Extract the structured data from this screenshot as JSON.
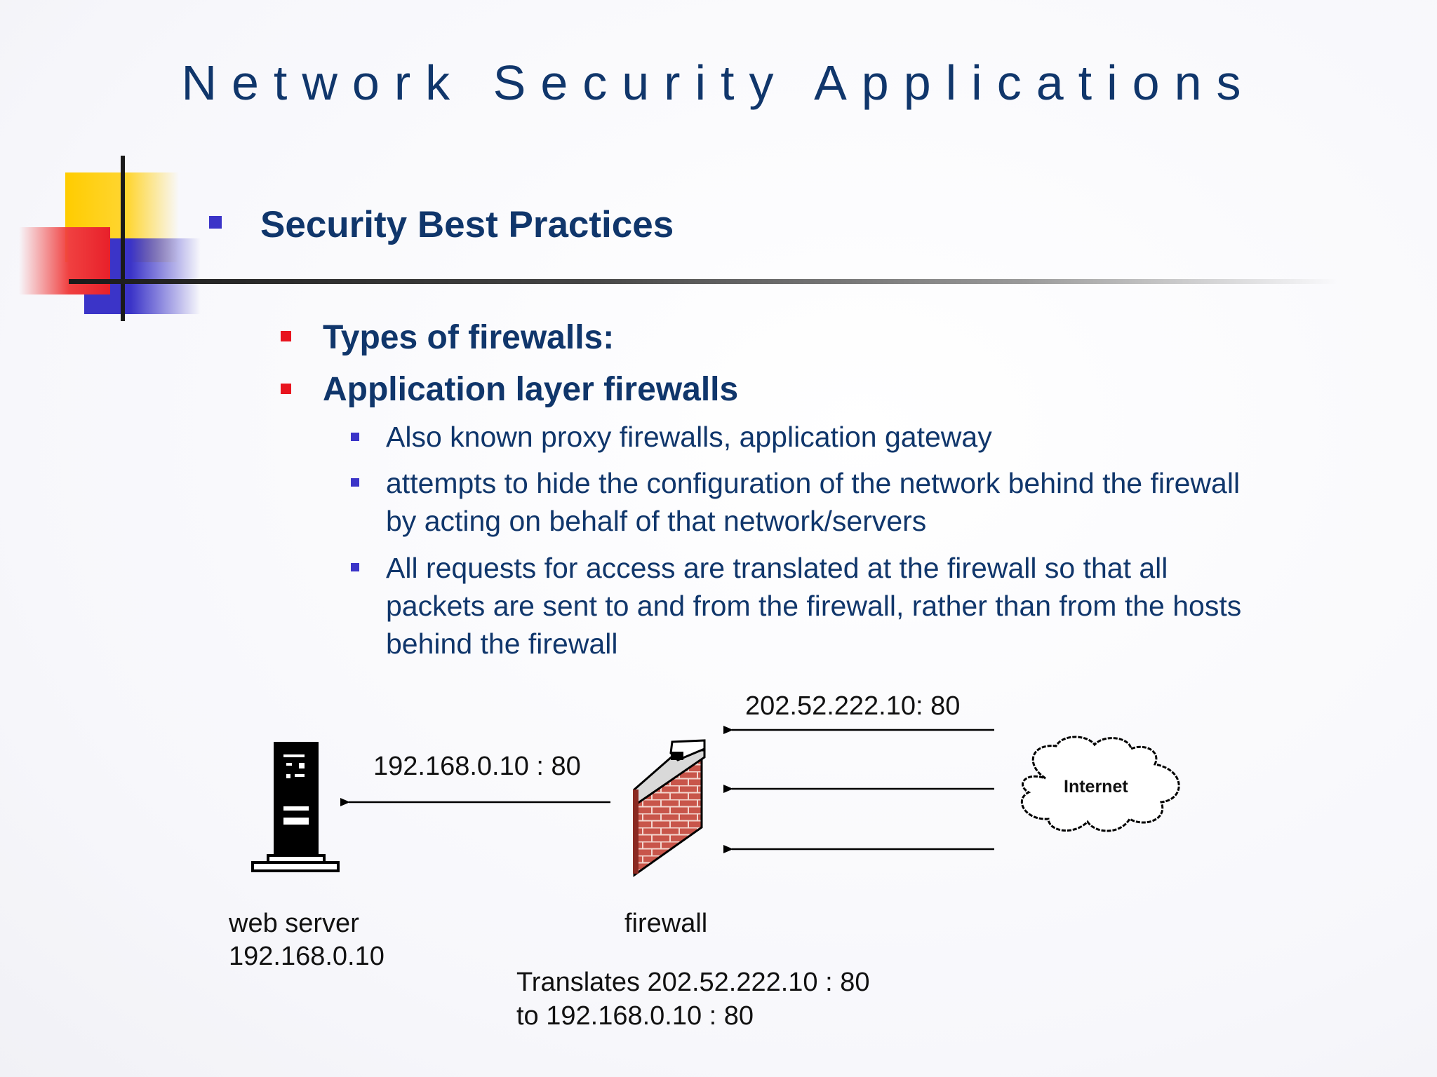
{
  "slide": {
    "title": "Network Security Applications",
    "heading": "Security Best Practices",
    "bullets_l2": [
      "Types of firewalls:",
      "Application layer firewalls"
    ],
    "bullets_l3": [
      [
        "Also known proxy firewalls, application gateway"
      ],
      [
        "attempts to hide the configuration of the network behind the firewall",
        "by acting on behalf of that network/servers"
      ],
      [
        "All requests for access are translated at the firewall so that all",
        "packets are sent to and from the firewall, rather than from the hosts",
        "behind the firewall"
      ]
    ]
  },
  "diagram": {
    "public_address": "202.52.222.10: 80",
    "private_address": "192.168.0.10 : 80",
    "internet_label": "Internet",
    "server_label": "web server",
    "server_ip": "192.168.0.10",
    "firewall_label": "firewall",
    "translate_line1": "Translates 202.52.222.10 : 80",
    "translate_line2": "to 192.168.0.10 : 80",
    "icons": [
      "server-icon",
      "firewall-icon",
      "cloud-icon"
    ]
  },
  "colors": {
    "title": "#10366b",
    "accent_blue": "#3b34c8",
    "accent_red": "#e8141e",
    "accent_yellow": "#ffcc00",
    "brick": "#c8554a"
  }
}
